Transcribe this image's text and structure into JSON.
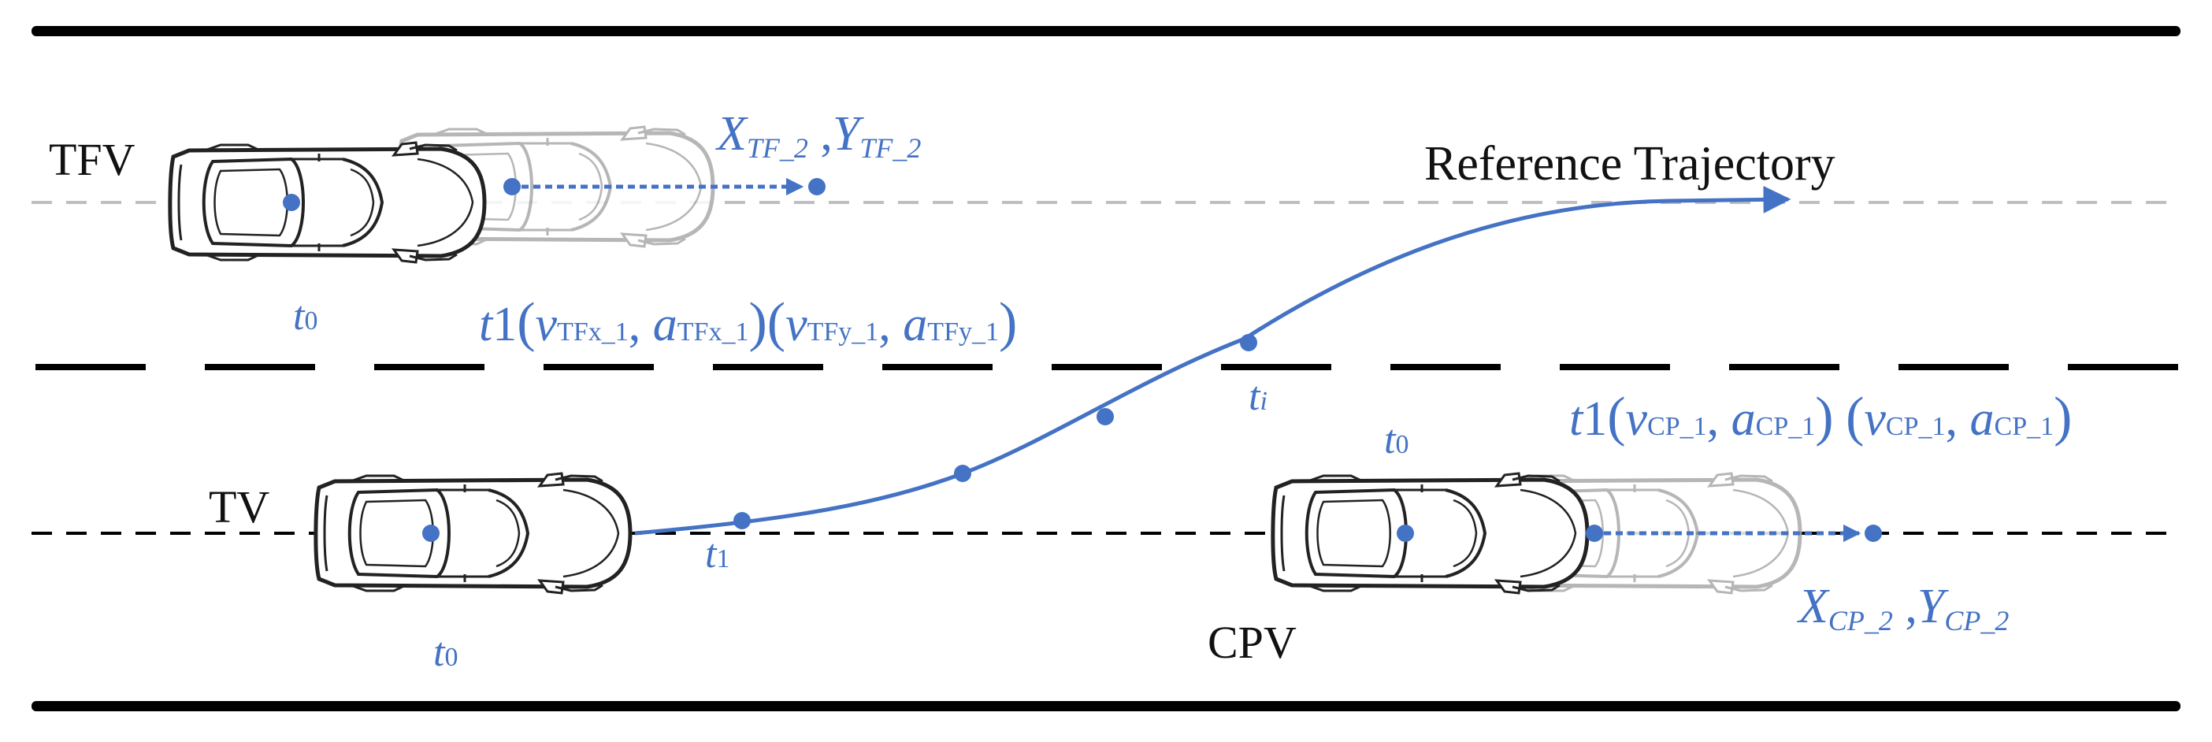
{
  "colors": {
    "accent": "#4472C4",
    "road_edge": "#000000",
    "lane_divider": "#000000",
    "upper_centerline": "#bfbfbf",
    "lower_centerline": "#000000",
    "car_outline": "#222222",
    "car_ghost": "#aaaaaa"
  },
  "vehicles": {
    "tfv": {
      "label": "TFV"
    },
    "tv": {
      "label": "TV"
    },
    "cpv": {
      "label": "CPV"
    }
  },
  "trajectory": {
    "label": "Reference Trajectory"
  },
  "time_labels": {
    "t": "t",
    "sub_0": "0",
    "sub_1": "1",
    "sub_i": "i"
  },
  "tf_target": {
    "x": "X",
    "y": "Y",
    "sub": "TF_2",
    "separator": " ,"
  },
  "cp_target": {
    "x": "X",
    "y": "Y",
    "sub": "CP_2",
    "separator": " ,"
  },
  "tf_state": {
    "t": "t",
    "t_sub": "1",
    "open": "(",
    "close": ")",
    "comma": ", ",
    "v": "v",
    "a": "a",
    "sub_vx": "TFx_1",
    "sub_ax": "TFx_1",
    "sub_vy": "TFy_1",
    "sub_ay": "TFy_1"
  },
  "cp_state": {
    "t": "t",
    "t_sub": "1",
    "open": "(",
    "close": ")",
    "comma": ", ",
    "v": "v",
    "a": "a",
    "sub_1": "CP_1",
    "sub_2": "CP_1"
  }
}
